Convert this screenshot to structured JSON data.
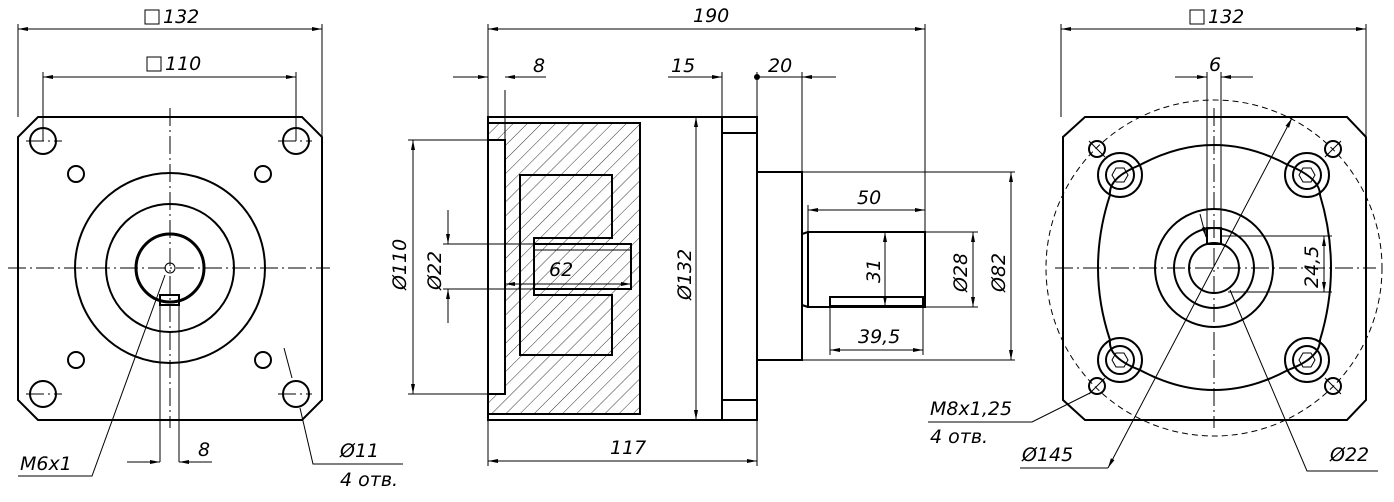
{
  "front_view": {
    "dim_outer": "132",
    "dim_bolt_square": "110",
    "thread_label": "M6x1",
    "key_width": "8",
    "hole_diameter": "Ø11",
    "hole_count": "4 отв."
  },
  "side_view": {
    "length_total": "190",
    "dim_8": "8",
    "dim_15": "15",
    "dim_20": "20",
    "dia_110": "Ø110",
    "dia_22": "Ø22",
    "depth_62": "62",
    "dia_132": "Ø132",
    "length_117": "117",
    "shaft_length": "50",
    "shaft_height": "31",
    "shaft_dia": "Ø28",
    "hub_dia": "Ø82",
    "key_length": "39,5"
  },
  "rear_view": {
    "dim_outer": "132",
    "key_width": "6",
    "key_height": "24,5",
    "thread_label": "M8x1,25",
    "hole_count": "4 отв.",
    "pcd": "Ø145",
    "bore": "Ø22"
  }
}
